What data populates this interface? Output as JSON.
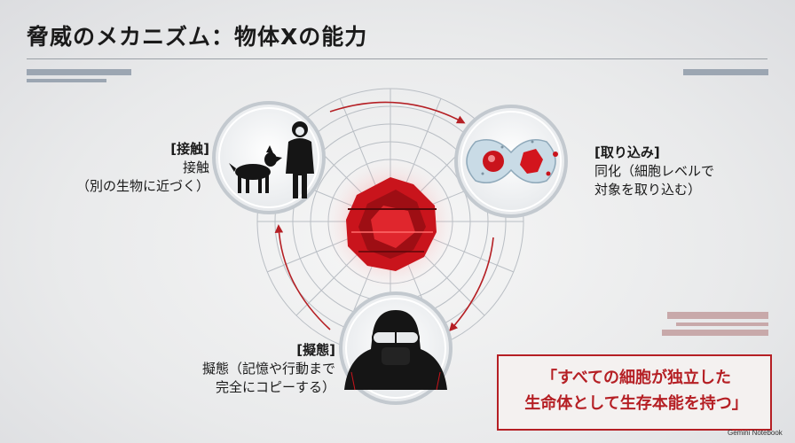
{
  "title": "脅威のメカニズム：物体Xの能力",
  "nodes": {
    "contact": {
      "head": "[接触]",
      "line1": "接触",
      "line2": "（別の生物に近づく）"
    },
    "absorb": {
      "head": "[取り込み]",
      "line1": "同化（細胞レベルで",
      "line2": "対象を取り込む）"
    },
    "mimic": {
      "head": "[擬態]",
      "line1": "擬態（記憶や行動まで",
      "line2": "完全にコピーする）"
    }
  },
  "quote": {
    "line1": "「すべての細胞が独立した",
    "line2": "生命体として生存本能を持つ」"
  },
  "watermark": "Gemini Notebook",
  "colors": {
    "accent": "#b51f24",
    "bar": "#9ca6b2",
    "core": "#c9141c"
  },
  "icons": [
    "dog-icon",
    "hazmat-person-icon",
    "cell-division-icon",
    "masked-figure-icon",
    "alien-core-icon"
  ]
}
